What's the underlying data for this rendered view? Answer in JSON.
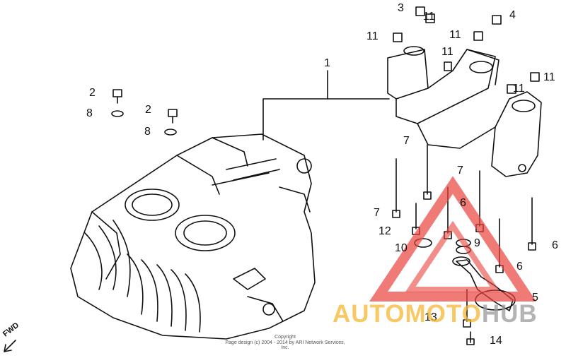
{
  "callouts": {
    "c1": "1",
    "c2a": "2",
    "c2b": "2",
    "c3": "3",
    "c4": "4",
    "c5": "5",
    "c6a": "6",
    "c6b": "6",
    "c6c": "6",
    "c7a": "7",
    "c7b": "7",
    "c7c": "7",
    "c8a": "8",
    "c8b": "8",
    "c9": "9",
    "c10": "10",
    "c11a": "11",
    "c11b": "11",
    "c11c": "11",
    "c11d": "11",
    "c11e": "11",
    "c11f": "11",
    "c12": "12",
    "c13": "13",
    "c14": "14"
  },
  "labels": {
    "fwd": "FWD",
    "copyright_line1": "Copyright",
    "copyright_line2": "Page design (c) 2004 - 2014 by ARI Network Services, Inc."
  },
  "watermark": {
    "part1": "AUTOMOTO",
    "part2": "HUB",
    "colors": {
      "red": "#e8423c",
      "orange": "#f5b630",
      "gray": "#9a9a9a"
    }
  }
}
